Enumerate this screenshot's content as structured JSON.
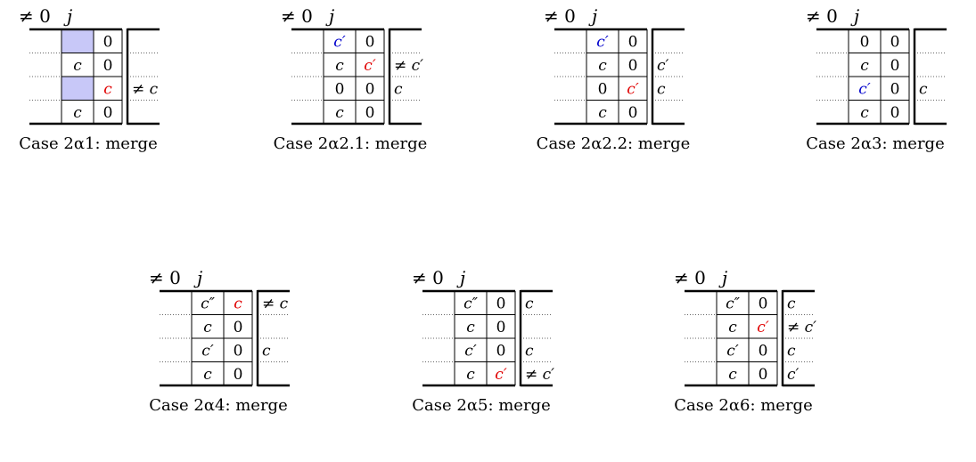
{
  "colors": {
    "black": "#000000",
    "red": "#e00000",
    "blue": "#0000cc",
    "fill": "#c8c8f8",
    "dotted": "#666666"
  },
  "diagrams": [
    {
      "caption": "Case 2α1: merge",
      "header_left": "≠ 0",
      "header_j": "j",
      "rows": [
        [
          {
            "text": "",
            "fill": true
          },
          {
            "text": "0"
          },
          {
            "text": ""
          }
        ],
        [
          {
            "text": "c"
          },
          {
            "text": "0"
          },
          {
            "text": ""
          }
        ],
        [
          {
            "text": "",
            "fill": true
          },
          {
            "text": "c",
            "color": "red"
          },
          {
            "text": "≠ c"
          }
        ],
        [
          {
            "text": "c"
          },
          {
            "text": "0"
          },
          {
            "text": ""
          }
        ]
      ]
    },
    {
      "caption": "Case 2α2.1: merge",
      "header_left": "≠ 0",
      "header_j": "j",
      "rows": [
        [
          {
            "text": "c′",
            "color": "blue"
          },
          {
            "text": "0"
          },
          {
            "text": ""
          }
        ],
        [
          {
            "text": "c"
          },
          {
            "text": "c′",
            "color": "red"
          },
          {
            "text": "≠ c′"
          }
        ],
        [
          {
            "text": "0"
          },
          {
            "text": "0"
          },
          {
            "text": "c"
          }
        ],
        [
          {
            "text": "c"
          },
          {
            "text": "0"
          },
          {
            "text": ""
          }
        ]
      ]
    },
    {
      "caption": "Case 2α2.2: merge",
      "header_left": "≠ 0",
      "header_j": "j",
      "rows": [
        [
          {
            "text": "c′",
            "color": "blue"
          },
          {
            "text": "0"
          },
          {
            "text": ""
          }
        ],
        [
          {
            "text": "c"
          },
          {
            "text": "0"
          },
          {
            "text": "c′"
          }
        ],
        [
          {
            "text": "0"
          },
          {
            "text": "c′",
            "color": "red"
          },
          {
            "text": "c"
          }
        ],
        [
          {
            "text": "c"
          },
          {
            "text": "0"
          },
          {
            "text": ""
          }
        ]
      ]
    },
    {
      "caption": "Case 2α3: merge",
      "header_left": "≠ 0",
      "header_j": "j",
      "rows": [
        [
          {
            "text": "0"
          },
          {
            "text": "0"
          },
          {
            "text": ""
          }
        ],
        [
          {
            "text": "c"
          },
          {
            "text": "0"
          },
          {
            "text": ""
          }
        ],
        [
          {
            "text": "c′",
            "color": "blue"
          },
          {
            "text": "0"
          },
          {
            "text": "c"
          }
        ],
        [
          {
            "text": "c"
          },
          {
            "text": "0"
          },
          {
            "text": ""
          }
        ]
      ]
    },
    {
      "caption": "Case 2α4: merge",
      "header_left": "≠ 0",
      "header_j": "j",
      "rows": [
        [
          {
            "text": "c″"
          },
          {
            "text": "c",
            "color": "red"
          },
          {
            "text": "≠ c"
          }
        ],
        [
          {
            "text": "c"
          },
          {
            "text": "0"
          },
          {
            "text": ""
          }
        ],
        [
          {
            "text": "c′"
          },
          {
            "text": "0"
          },
          {
            "text": "c"
          }
        ],
        [
          {
            "text": "c"
          },
          {
            "text": "0"
          },
          {
            "text": ""
          }
        ]
      ]
    },
    {
      "caption": "Case 2α5: merge",
      "header_left": "≠ 0",
      "header_j": "j",
      "rows": [
        [
          {
            "text": "c″"
          },
          {
            "text": "0"
          },
          {
            "text": "c"
          }
        ],
        [
          {
            "text": "c"
          },
          {
            "text": "0"
          },
          {
            "text": ""
          }
        ],
        [
          {
            "text": "c′"
          },
          {
            "text": "0"
          },
          {
            "text": "c"
          }
        ],
        [
          {
            "text": "c"
          },
          {
            "text": "c′",
            "color": "red"
          },
          {
            "text": "≠ c′"
          }
        ]
      ]
    },
    {
      "caption": "Case 2α6: merge",
      "header_left": "≠ 0",
      "header_j": "j",
      "rows": [
        [
          {
            "text": "c″"
          },
          {
            "text": "0"
          },
          {
            "text": "c"
          }
        ],
        [
          {
            "text": "c"
          },
          {
            "text": "c′",
            "color": "red"
          },
          {
            "text": "≠ c′"
          }
        ],
        [
          {
            "text": "c′"
          },
          {
            "text": "0"
          },
          {
            "text": "c"
          }
        ],
        [
          {
            "text": "c"
          },
          {
            "text": "0"
          },
          {
            "text": "c′"
          }
        ]
      ]
    }
  ]
}
